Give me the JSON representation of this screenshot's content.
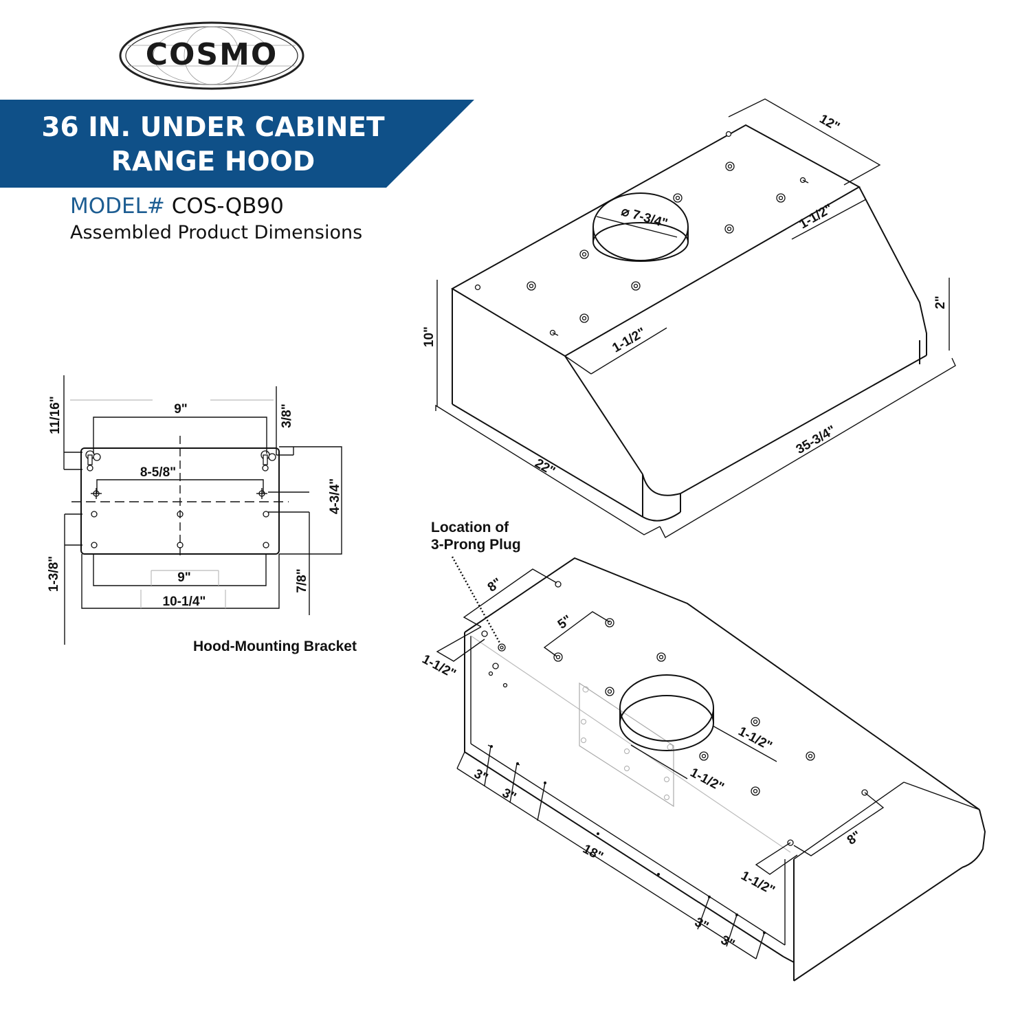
{
  "brand": {
    "logo_text": "COSMO"
  },
  "header": {
    "title_line1": "36 IN. UNDER CABINET",
    "title_line2": "RANGE HOOD",
    "model_prefix": "MODEL#",
    "model_value": " COS-QB90",
    "subtitle": "Assembled Product Dimensions",
    "banner_color": "#0f5088",
    "accent_color": "#1d5d92"
  },
  "bracket": {
    "caption": "Hood-Mounting Bracket",
    "dims": {
      "top_offset": "11/16\"",
      "top_width": "9\"",
      "top_right": "3/8\"",
      "inner_width": "8-5/8\"",
      "height": "4-3/4\"",
      "left_lower": "1-3/8\"",
      "bottom_inner": "9\"",
      "bottom_width": "10-1/4\"",
      "right_lower": "7/8\""
    }
  },
  "top_view": {
    "dims": {
      "depth_top": "12\"",
      "duct_diameter": "⌀ 7-3/4\"",
      "rear_offset": "1-1/2\"",
      "front_offset": "1-1/2\"",
      "height": "10\"",
      "lip": "2\"",
      "depth": "22\"",
      "width": "35-3/4\""
    }
  },
  "bottom_view": {
    "plug_label_line1": "Location of",
    "plug_label_line2": "3-Prong Plug",
    "dims": {
      "left_depth": "8\"",
      "left_offset": "1-1/2\"",
      "hole_spacing": "5\"",
      "duct_offset_a": "1-1/2\"",
      "duct_offset_b": "1-1/2\"",
      "left_3a": "3\"",
      "left_3b": "3\"",
      "center_18": "18\"",
      "right_3a": "3\"",
      "right_3b": "3\"",
      "right_depth": "8\"",
      "right_offset": "1-1/2\""
    }
  }
}
